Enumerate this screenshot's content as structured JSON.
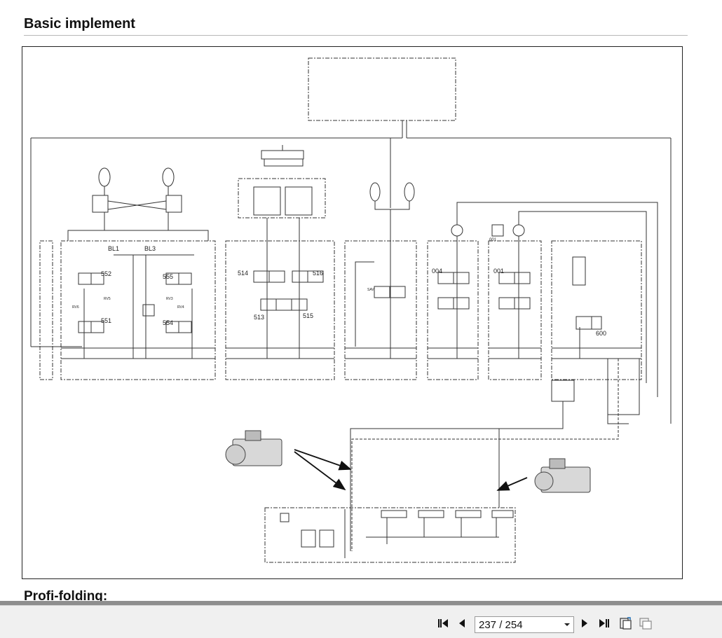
{
  "document": {
    "section_title": "Basic implement",
    "next_section_title": "Profi-folding:"
  },
  "diagram": {
    "labels": {
      "bl1": "BL1",
      "bl3": "BL3",
      "v552": "552",
      "v555": "555",
      "v551": "551",
      "v554": "554",
      "rv5": "RV5",
      "rv3": "RV3",
      "rv6": "RV6",
      "rv4": "RV4",
      "v514": "514",
      "v516": "516",
      "v513": "513",
      "v515": "515",
      "sav": "SAV",
      "v004": "004",
      "v001": "001",
      "v001b": "001",
      "v600": "600"
    }
  },
  "viewer": {
    "current_page": "237",
    "total_pages": "254",
    "page_indicator": "237 / 254",
    "icons": {
      "first": "first-page-icon",
      "prev": "previous-page-icon",
      "next": "next-page-icon",
      "last": "last-page-icon",
      "toggle_a": "page-layout-icon",
      "toggle_b": "thumbnails-icon"
    }
  }
}
